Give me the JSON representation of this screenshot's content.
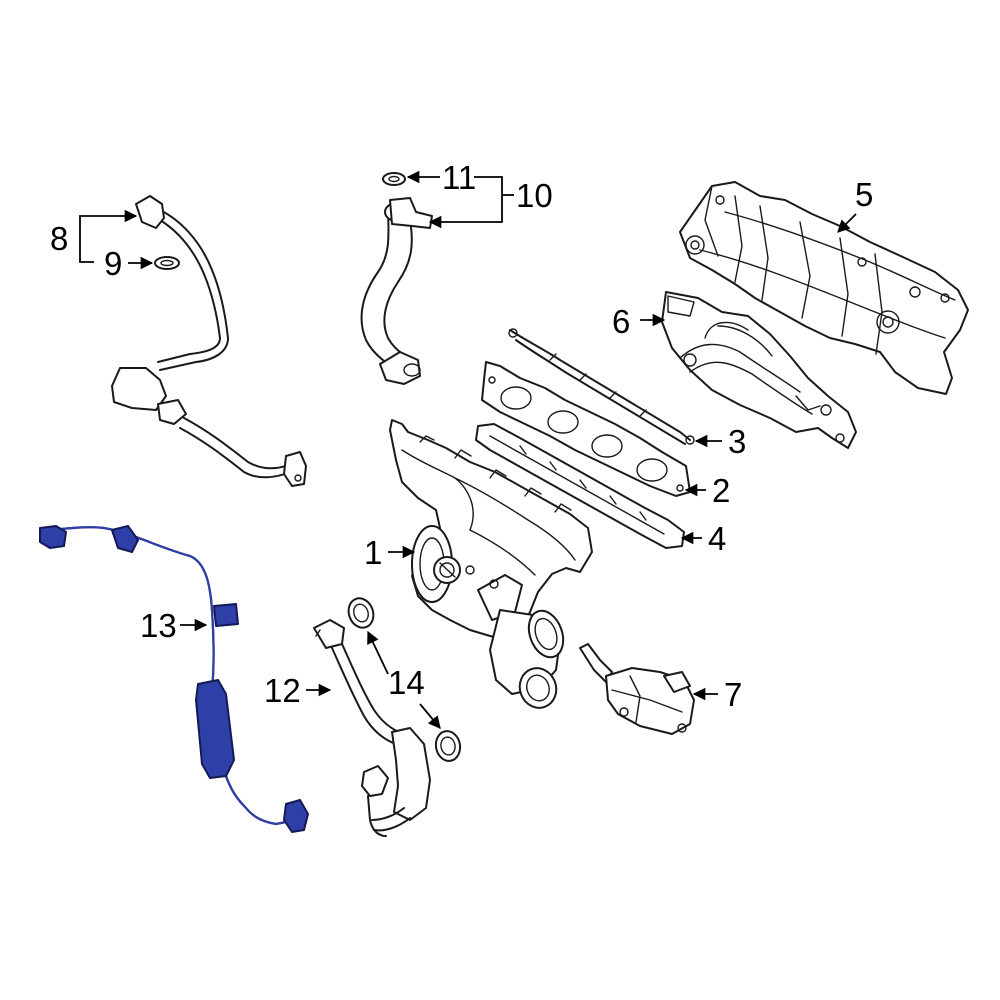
{
  "colors": {
    "highlight": "#2f3fa8",
    "highlight_outline": "#141a55",
    "line": "#1a1a1a"
  },
  "callouts": [
    {
      "id": "1",
      "label": "1"
    },
    {
      "id": "2",
      "label": "2"
    },
    {
      "id": "3",
      "label": "3"
    },
    {
      "id": "4",
      "label": "4"
    },
    {
      "id": "5",
      "label": "5"
    },
    {
      "id": "6",
      "label": "6"
    },
    {
      "id": "7",
      "label": "7"
    },
    {
      "id": "8",
      "label": "8"
    },
    {
      "id": "9",
      "label": "9"
    },
    {
      "id": "10",
      "label": "10"
    },
    {
      "id": "11",
      "label": "11"
    },
    {
      "id": "12",
      "label": "12"
    },
    {
      "id": "13",
      "label": "13"
    },
    {
      "id": "14",
      "label": "14"
    }
  ]
}
